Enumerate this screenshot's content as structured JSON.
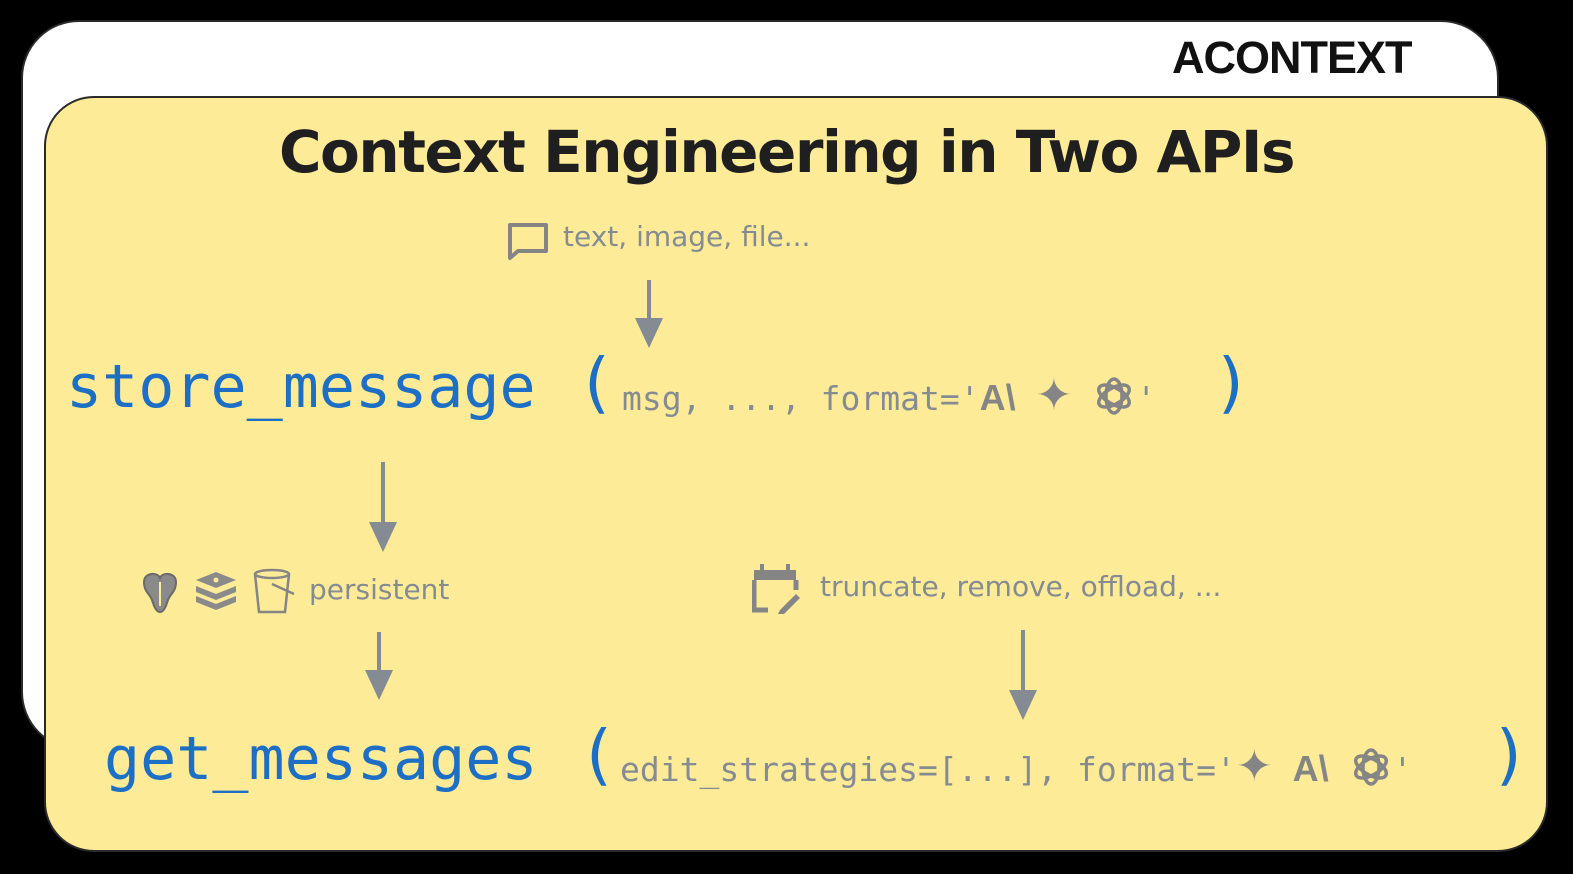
{
  "logo": {
    "text": "ACONTEXT"
  },
  "title": "Context Engineering in Two APIs",
  "input_note": {
    "icon": "message-square-icon",
    "text": "text, image, file..."
  },
  "store_call": {
    "function": "store_message",
    "open_paren": "(",
    "args_prefix": "msg, ..., format='",
    "format_icons": [
      "anthropic-icon",
      "gemini-icon",
      "openai-icon"
    ],
    "anthropic_glyph": "A\\",
    "gemini_glyph": "✦",
    "args_suffix": "'",
    "close_paren": ")"
  },
  "persist_note": {
    "icons": [
      "postgres-icon",
      "redis-icon",
      "s3-bucket-icon"
    ],
    "text": "persistent"
  },
  "strategy_note": {
    "icon": "calendar-edit-icon",
    "text": "truncate, remove, offload, ..."
  },
  "get_call": {
    "function": "get_messages",
    "open_paren": "(",
    "args_prefix": "edit_strategies=[...], format='",
    "format_icons": [
      "gemini-icon",
      "anthropic-icon",
      "openai-icon"
    ],
    "anthropic_glyph": "A\\",
    "gemini_glyph": "✦",
    "args_suffix": "'",
    "close_paren": ")"
  },
  "colors": {
    "card": "#fdeb98",
    "blue": "#1c6fc4",
    "gray": "#858b92",
    "title": "#1f1f1f"
  }
}
